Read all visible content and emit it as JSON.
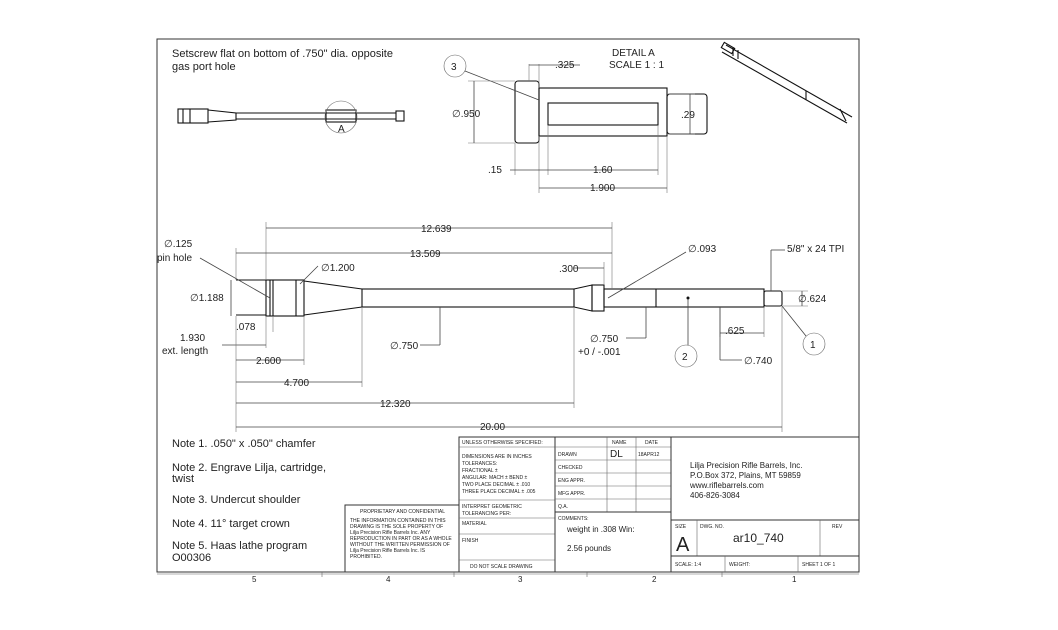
{
  "header_note": {
    "line1": "Setscrew flat on bottom of .750\" dia. opposite",
    "line2": "gas port hole"
  },
  "detail": {
    "title": "DETAIL A",
    "scale": "SCALE 1 : 1",
    "callout": "3",
    "dims": {
      "d325": ".325",
      "d950": "∅.950",
      "d29": ".29",
      "d15": ".15",
      "d160": "1.60",
      "d1900": "1.900"
    }
  },
  "overview_label": "A",
  "main_dims": {
    "d12639": "12.639",
    "d13509": "13.509",
    "d125": "∅.125",
    "pinhole": "pin hole",
    "d1200": "∅1.200",
    "d300": ".300",
    "d093": "∅.093",
    "thread": "5/8\" x 24 TPI",
    "d1188": "∅1.188",
    "d624": "∅.624",
    "d078": ".078",
    "d1930": "1.930",
    "extlength": "ext. length",
    "d750a": "∅.750",
    "d750b": "∅.750",
    "tol": "+0 / -.001",
    "d625": ".625",
    "d740": "∅.740",
    "d2600": "2.600",
    "d4700": "4.700",
    "d12320": "12.320",
    "d2000": "20.00",
    "callout1": "1",
    "callout2": "2"
  },
  "notes": [
    "Note 1. .050\" x .050\" chamfer",
    "Note 2. Engrave Lilja, cartridge,",
    "twist",
    "Note 3. Undercut shoulder",
    "Note 4.  11° target crown",
    "Note 5. Haas lathe program",
    "O00306"
  ],
  "proprietary": {
    "title": "PROPRIETARY AND CONFIDENTIAL",
    "lines": [
      "THE INFORMATION CONTAINED IN THIS",
      "DRAWING IS THE SOLE PROPERTY OF",
      "Lilja Precision Rifle Barrels Inc.  ANY",
      "REPRODUCTION IN PART OR AS A WHOLE",
      "WITHOUT THE WRITTEN PERMISSION OF",
      "Lilja Precision Rifle Barrels Inc. IS",
      "PROHIBITED."
    ]
  },
  "tolerance_block": {
    "unless": "UNLESS OTHERWISE SPECIFIED:",
    "lines": [
      "DIMENSIONS ARE IN INCHES",
      "TOLERANCES:",
      "FRACTIONAL ±",
      "ANGULAR: MACH ±    BEND ±",
      "TWO PLACE DECIMAL    ± .010",
      "THREE PLACE DECIMAL   ± .005"
    ],
    "interpret": "INTERPRET GEOMETRIC",
    "tolerancing": "TOLERANCING PER:",
    "material": "MATERIAL",
    "finish": "FINISH",
    "noscale": "DO NOT SCALE DRAWING"
  },
  "approvals": {
    "name_hdr": "NAME",
    "date_hdr": "DATE",
    "drawn": "DRAWN",
    "drawn_name": "DL",
    "drawn_date": "18APR12",
    "checked": "CHECKED",
    "eng": "ENG APPR.",
    "mfg": "MFG APPR.",
    "qa": "Q.A.",
    "comments": "COMMENTS:",
    "weight1": "weight in .308 Win:",
    "weight2": "2.56 pounds"
  },
  "company": {
    "name": "Lilja Precision Rifle Barrels, Inc.",
    "address": "P.O.Box 372, Plains, MT 59859",
    "web": "www.riflebarrels.com",
    "phone": "406-826-3084"
  },
  "title_block": {
    "size_lbl": "SIZE",
    "size": "A",
    "dwg_lbl": "DWG.  NO.",
    "dwg": "ar10_740",
    "rev_lbl": "REV",
    "scale": "SCALE: 1:4",
    "weight": "WEIGHT:",
    "sheet": "SHEET 1 OF 1"
  },
  "zones": [
    "5",
    "4",
    "3",
    "2",
    "1"
  ]
}
